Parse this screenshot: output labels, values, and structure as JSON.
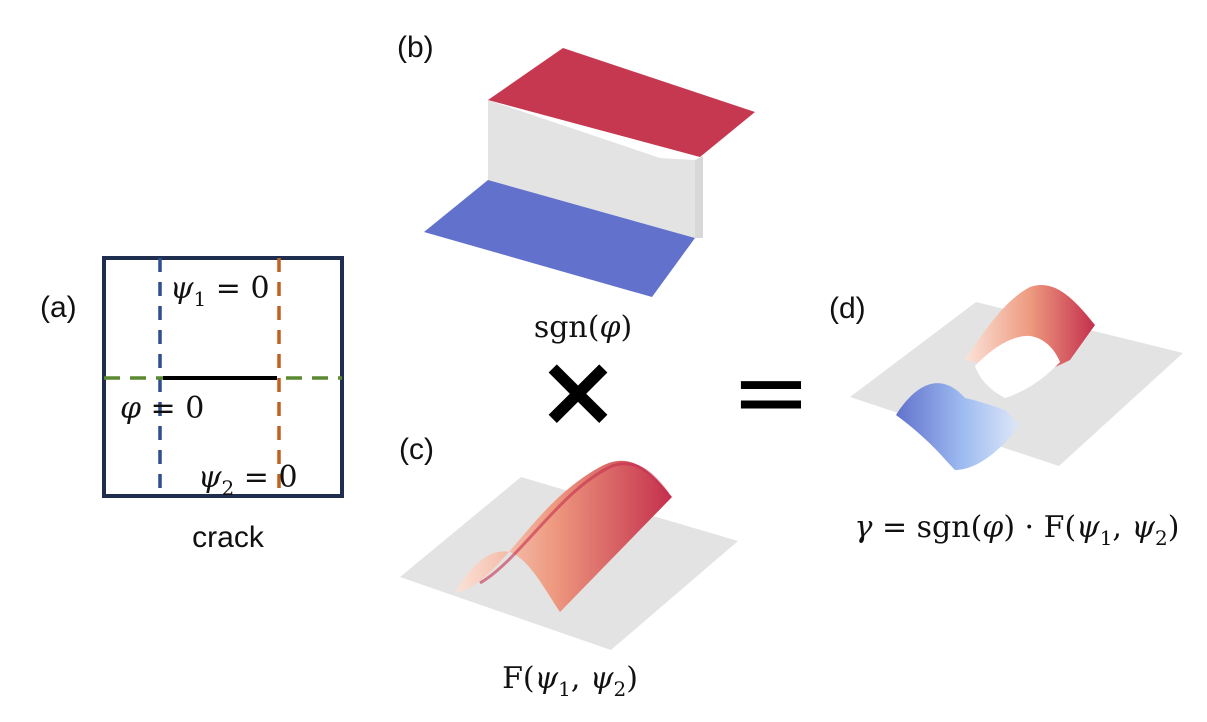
{
  "panels": {
    "a": {
      "tag": "(a)",
      "caption": "crack",
      "psi1": {
        "sym": "ψ",
        "sub": "1",
        "eq": " = 0"
      },
      "psi2": {
        "sym": "ψ",
        "sub": "2",
        "eq": " = 0"
      },
      "phi": {
        "sym": "φ",
        "eq": " = 0"
      }
    },
    "b": {
      "tag": "(b)",
      "caption": {
        "fn": "sgn(",
        "arg": "φ",
        "close": ")"
      }
    },
    "c": {
      "tag": "(c)",
      "caption": {
        "fn": "F(",
        "a1": "ψ",
        "s1": "1",
        "comma": ", ",
        "a2": "ψ",
        "s2": "2",
        "close": ")"
      }
    },
    "d": {
      "tag": "(d)",
      "caption": {
        "lhs": "γ",
        "eq": " = sgn(",
        "arg": "φ",
        "mid": ") · F(",
        "a1": "ψ",
        "s1": "1",
        "comma": ", ",
        "a2": "ψ",
        "s2": "2",
        "close": ")"
      }
    }
  },
  "operators": {
    "times": "×",
    "equals": "="
  },
  "colors": {
    "frame": "#1f2d4e",
    "psi1": "#2e4e8f",
    "psi2": "#c0621f",
    "phi": "#5a8a2f",
    "crack": "#000000",
    "positive": "#c5384f",
    "negative": "#6272cc",
    "neutral": "#e3e3e3",
    "bump_low": "#f2c7b3",
    "bump_high": "#c42f4c"
  }
}
